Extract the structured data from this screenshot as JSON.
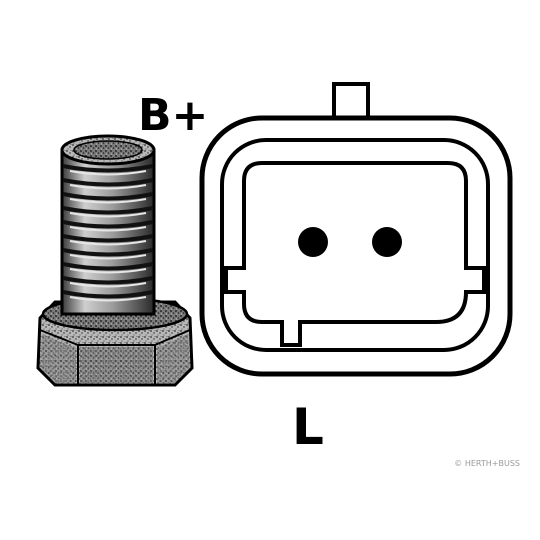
{
  "labels": {
    "bolt_terminal": "B+",
    "plug_terminal": "L"
  },
  "watermark": "© HERTH+BUSS",
  "colors": {
    "ink": "#000000",
    "background": "#ffffff",
    "watermark": "#9a9a9a",
    "shading": "#6e6e6e"
  },
  "connector": {
    "pin_count": 2
  }
}
